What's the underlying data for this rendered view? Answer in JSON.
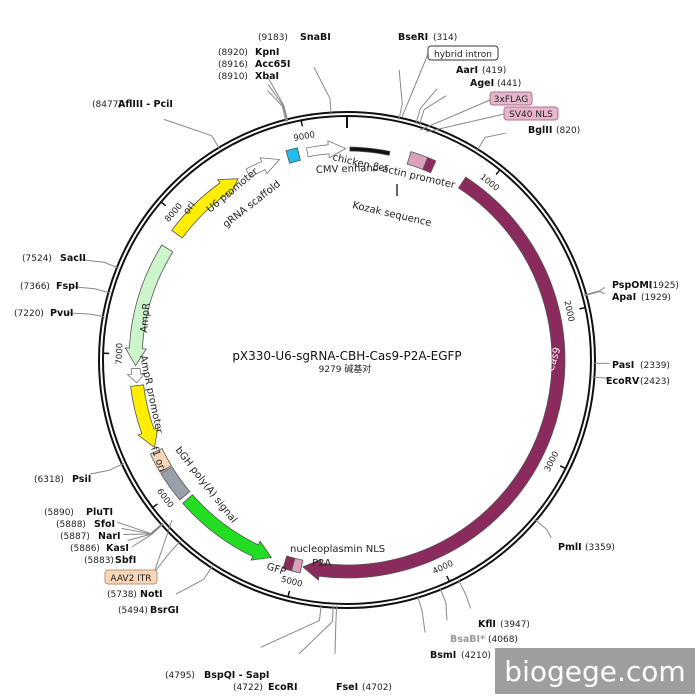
{
  "plasmid": {
    "name": "pX330-U6-sgRNA-CBH-Cas9-P2A-EGFP",
    "size_label": "9279 碱基对",
    "length": 9279
  },
  "ticks": [
    "1000",
    "2000",
    "3000",
    "4000",
    "5000",
    "6000",
    "7000",
    "8000",
    "9000"
  ],
  "sites": [
    {
      "name": "SnaBI",
      "pos": "(9183)",
      "bp": 9183
    },
    {
      "name": "KpnI",
      "pos": "(8920)",
      "bp": 8920
    },
    {
      "name": "Acc65I",
      "pos": "(8916)",
      "bp": 8916
    },
    {
      "name": "XbaI",
      "pos": "(8910)",
      "bp": 8910
    },
    {
      "name": "AflIII - PciI",
      "pos": "(8477)",
      "bp": 8477
    },
    {
      "name": "BseRI",
      "pos": "(314)",
      "bp": 314
    },
    {
      "name": "AarI",
      "pos": "(419)",
      "bp": 419
    },
    {
      "name": "AgeI",
      "pos": "(441)",
      "bp": 441
    },
    {
      "name": "BglII",
      "pos": "(820)",
      "bp": 820
    },
    {
      "name": "PspOMI",
      "pos": "(1925)",
      "bp": 1925
    },
    {
      "name": "ApaI",
      "pos": "(1929)",
      "bp": 1929
    },
    {
      "name": "PasI",
      "pos": "(2339)",
      "bp": 2339
    },
    {
      "name": "EcoRV",
      "pos": "(2423)",
      "bp": 2423
    },
    {
      "name": "PmlI",
      "pos": "(3359)",
      "bp": 3359
    },
    {
      "name": "KflI",
      "pos": "(3947)",
      "bp": 3947
    },
    {
      "name": "BsaBI*",
      "pos": "(4068)",
      "bp": 4068
    },
    {
      "name": "BsmI",
      "pos": "(4210)",
      "bp": 4210
    },
    {
      "name": "FseI",
      "pos": "(4702)",
      "bp": 4702
    },
    {
      "name": "EcoRI",
      "pos": "(4722)",
      "bp": 4722
    },
    {
      "name": "BspQI - SapI",
      "pos": "(4795)",
      "bp": 4795
    },
    {
      "name": "BsrGI",
      "pos": "(5494)",
      "bp": 5494
    },
    {
      "name": "NotI",
      "pos": "(5738)",
      "bp": 5738
    },
    {
      "name": "SbfI",
      "pos": "(5883)",
      "bp": 5883
    },
    {
      "name": "KasI",
      "pos": "(5886)",
      "bp": 5886
    },
    {
      "name": "NarI",
      "pos": "(5887)",
      "bp": 5887
    },
    {
      "name": "SfoI",
      "pos": "(5888)",
      "bp": 5888
    },
    {
      "name": "PluTI",
      "pos": "(5890)",
      "bp": 5890
    },
    {
      "name": "PsiI",
      "pos": "(6318)",
      "bp": 6318
    },
    {
      "name": "PvuI",
      "pos": "(7220)",
      "bp": 7220
    },
    {
      "name": "FspI",
      "pos": "(7366)",
      "bp": 7366
    },
    {
      "name": "SacII",
      "pos": "(7524)",
      "bp": 7524
    }
  ],
  "features": [
    {
      "name": "Cas9",
      "start": 850,
      "end": 4950,
      "color": "#8b2a5c",
      "direction": "cw"
    },
    {
      "name": "GFP",
      "start": 5180,
      "end": 5900,
      "color": "#22dd22",
      "direction": "ccw"
    },
    {
      "name": "P2A",
      "start": 4960,
      "end": 5020,
      "color": "#d9a3bd"
    },
    {
      "name": "nucleoplasmin NLS",
      "start": 5020,
      "end": 5080,
      "color": "#8b2a5c"
    },
    {
      "name": "bGH poly(A) signal",
      "start": 5930,
      "end": 6150,
      "color": "#9aa0aa"
    },
    {
      "name": "AAV2 ITR",
      "start": 6160,
      "end": 6300,
      "color": "#f8d7b8"
    },
    {
      "name": "f1 ori",
      "start": 6330,
      "end": 6780,
      "color": "#ffee00",
      "direction": "ccw"
    },
    {
      "name": "AmpR promoter",
      "start": 6800,
      "end": 6900,
      "color": "#ffffff",
      "direction": "ccw"
    },
    {
      "name": "AmpR",
      "start": 6920,
      "end": 7780,
      "color": "#ccf5cc",
      "direction": "ccw"
    },
    {
      "name": "ori",
      "start": 7900,
      "end": 8480,
      "color": "#ffee00",
      "direction": "cw"
    },
    {
      "name": "U6 promoter",
      "start": 8560,
      "end": 8800,
      "color": "#ffffff",
      "direction": "cw"
    },
    {
      "name": "gRNA scaffold",
      "start": 8860,
      "end": 8940,
      "color": "#22bbee"
    },
    {
      "name": "CMV enhancer",
      "start": 9000,
      "end": 9270,
      "color": "#ffffff",
      "direction": "cw"
    },
    {
      "name": "chicken β-actin promoter",
      "start": 20,
      "end": 300,
      "color": "#111111"
    },
    {
      "name": "3xFLAG",
      "start": 440,
      "end": 560,
      "color": "#d9a3bd"
    },
    {
      "name": "SV40 NLS",
      "start": 560,
      "end": 620,
      "color": "#8b2a5c"
    }
  ],
  "labels": {
    "hybrid_intron": "hybrid intron",
    "flag": "3xFLAG",
    "sv40": "SV40 NLS",
    "kozak": "Kozak sequence",
    "aav2": "AAV2 ITR",
    "cmv": "CMV enhancer",
    "cba": "chicken β-actin promoter",
    "u6": "U6 promoter",
    "grna": "gRNA scaffold",
    "ori": "ori",
    "ampr": "AmpR",
    "ampr_promoter": "AmpR promoter",
    "f1ori": "f1 ori",
    "bgh": "bGH poly(A) signal",
    "gfp": "GFP",
    "p2a": "P2A",
    "nls": "nucleoplasmin NLS",
    "cas9": "Cas9"
  },
  "watermark": "biogege.com"
}
